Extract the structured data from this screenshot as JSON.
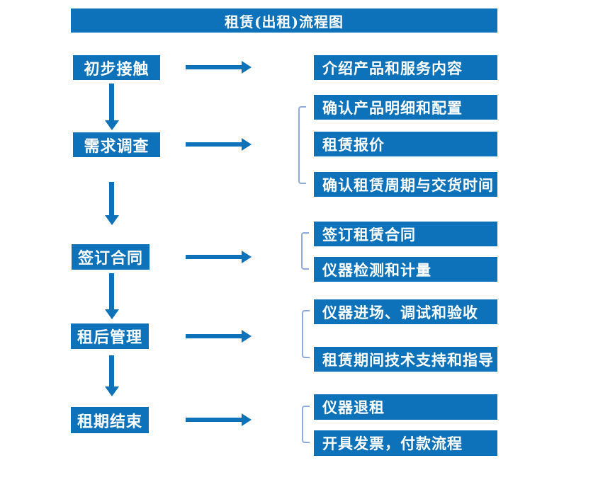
{
  "title": "租赁(出租)流程图",
  "colors": {
    "primary_blue": "#0d72ba",
    "bracket_blue": "#8faadc",
    "text_white": "#ffffff",
    "background": "#ffffff"
  },
  "rows": [
    {
      "stage": "初步接触",
      "items": [
        "介绍产品和服务内容"
      ]
    },
    {
      "stage": "需求调查",
      "items": [
        "确认产品明细和配置",
        "租赁报价",
        "确认租赁周期与交货时间"
      ]
    },
    {
      "stage": "签订合同",
      "items": [
        "签订租赁合同",
        "仪器检测和计量"
      ]
    },
    {
      "stage": "租后管理",
      "items": [
        "仪器进场、调试和验收",
        "租赁期间技术支持和指导"
      ]
    },
    {
      "stage": "租期结束",
      "items": [
        "仪器退租",
        "开具发票，付款流程"
      ]
    }
  ]
}
